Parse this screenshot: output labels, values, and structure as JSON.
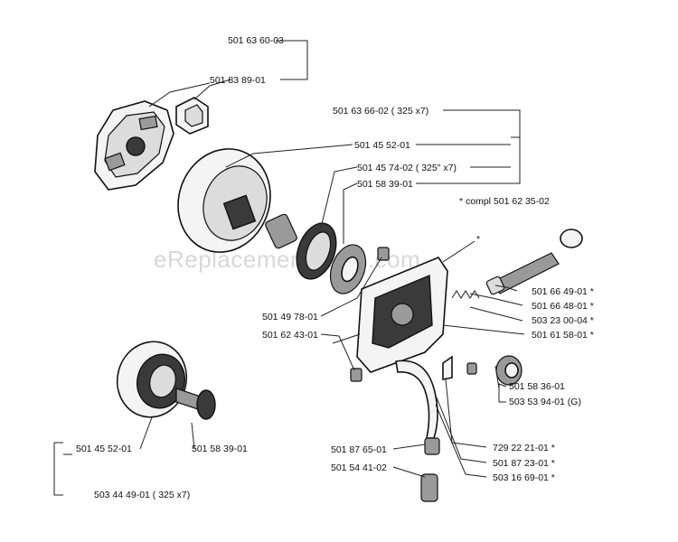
{
  "watermark": "eReplacementParts.com",
  "labels": {
    "p501636003": "501 63 60-03",
    "p501838901": "501 83 89-01",
    "p501636602": "501 63 66-02 ( 325 x7)",
    "p501455201_top": "501 45 52-01",
    "p501457402": "501 45 74-02 ( 325\" x7)",
    "p501583901_top": "501 58 39-01",
    "compl": "* compl 501 62 35-02",
    "p501497801": "501 49 78-01",
    "p501624301": "501 62 43-01",
    "p501664901": "501 66 49-01 *",
    "p501664801": "501 66 48-01 *",
    "p503230004": "503 23 00-04 *",
    "p501615801": "501 61 58-01 *",
    "p501583601": "501 58 36-01",
    "p503539401": "503 53 94-01 (G)",
    "p729222101": "729 22 21-01 *",
    "p501872301": "501 87 23-01 *",
    "p503166901": "503 16 69-01 *",
    "p501876501": "501 87 65-01",
    "p501544102": "501 54 41-02",
    "p501455201_bot": "501 45 52-01",
    "p501583901_bot": "501 58 39-01",
    "p503444901": "503 44 49-01 ( 325 x7)",
    "asterisk": "*"
  }
}
